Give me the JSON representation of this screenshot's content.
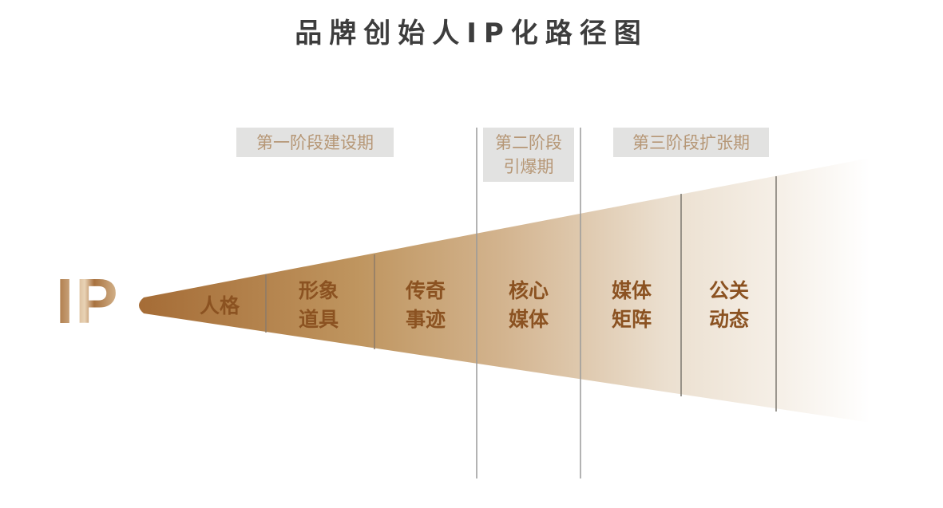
{
  "title": "品牌创始人IP化路径图",
  "logo_text": "IP",
  "phases": [
    {
      "label": "第一阶段建设期"
    },
    {
      "label": "第二阶段\n引爆期",
      "line1": "第二阶段",
      "line2": "引爆期"
    },
    {
      "label": "第三阶段扩张期"
    }
  ],
  "segments": [
    {
      "label": "人格"
    },
    {
      "line1": "形象",
      "line2": "道具"
    },
    {
      "line1": "传奇",
      "line2": "事迹"
    },
    {
      "line1": "核心",
      "line2": "媒体"
    },
    {
      "line1": "媒体",
      "line2": "矩阵"
    },
    {
      "line1": "公关",
      "line2": "动态"
    }
  ],
  "colors": {
    "funnel_start": "#a56c36",
    "funnel_mid": "#cfae88",
    "funnel_end": "#ffffff",
    "segment_text": "#8b5221",
    "phase_bg": "#e2e2e1",
    "phase_text": "#b69776"
  }
}
